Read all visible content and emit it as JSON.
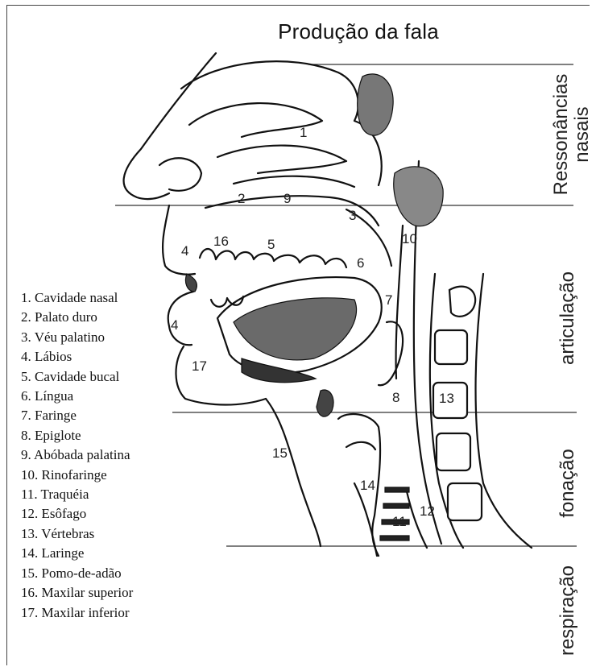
{
  "title": "Produção da fala",
  "regions": {
    "ressonancias_line1": "Ressonâncias",
    "ressonancias_line2": "nasais",
    "articulacao": "articulação",
    "fonacao": "fonação",
    "respiracao": "respiração"
  },
  "legend": [
    "1. Cavidade nasal",
    "2. Palato duro",
    "3. Véu palatino",
    "4. Lábios",
    "5. Cavidade bucal",
    "6. Língua",
    "7. Faringe",
    "8. Epiglote",
    "9. Abóbada palatina",
    "10. Rinofaringe",
    "11. Traquéia",
    "12. Esôfago",
    "13. Vértebras",
    "14. Laringe",
    "15. Pomo-de-adão",
    "16. Maxilar superior",
    "17. Maxilar inferior"
  ],
  "markers": {
    "n1": "1",
    "n2": "2",
    "n3": "3",
    "n4a": "4",
    "n4b": "4",
    "n5": "5",
    "n6": "6",
    "n7": "7",
    "n8": "8",
    "n9": "9",
    "n10": "10",
    "n11": "11",
    "n12": "12",
    "n13": "13",
    "n14": "14",
    "n15": "15",
    "n16": "16",
    "n17": "17"
  }
}
